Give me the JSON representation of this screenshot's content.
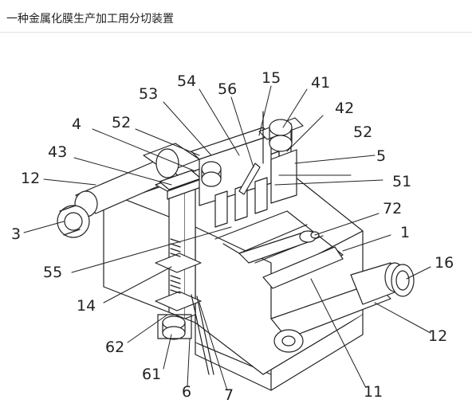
{
  "title": "一种金属化膜生产加工用分切装置",
  "labels": {
    "l53": "53",
    "l54": "54",
    "l56": "56",
    "l15": "15",
    "l41": "41",
    "l42": "42",
    "l4": "4",
    "l52a": "52",
    "l52b": "52",
    "l43": "43",
    "l5": "5",
    "l12a": "12",
    "l51": "51",
    "l3": "3",
    "l72": "72",
    "l1": "1",
    "l16": "16",
    "l55": "55",
    "l14": "14",
    "l12b": "12",
    "l62": "62",
    "l61": "61",
    "l6": "6",
    "l7": "7",
    "l11": "11"
  },
  "colors": {
    "stroke": "#222222",
    "background": "#ffffff"
  }
}
